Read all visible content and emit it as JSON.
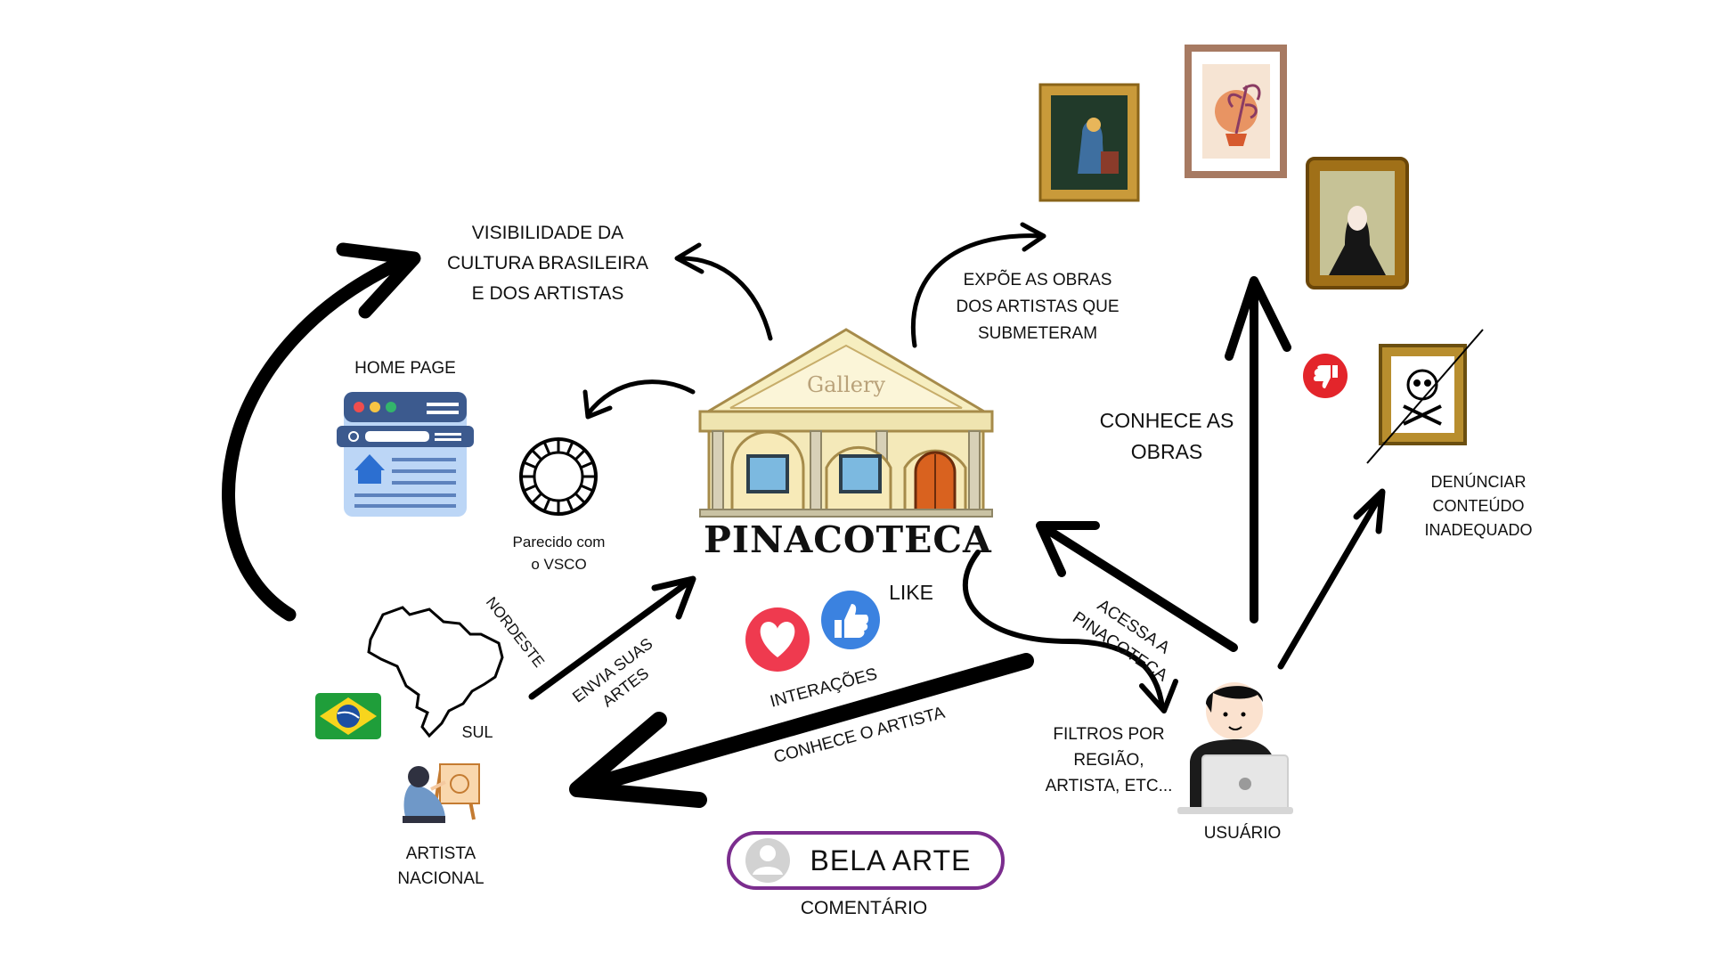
{
  "visibility": "VISIBILIDADE DA\nCULTURA BRASILEIRA\nE DOS ARTISTAS",
  "home_page": "HOME PAGE",
  "vsco": "Parecido com\no VSCO",
  "gallery_sign": "Gallery",
  "pinacoteca": "PINACOTECA",
  "expoe": "EXPÕE AS OBRAS\nDOS ARTISTAS QUE\nSUBMETERAM",
  "conhece_obras": "CONHECE AS\nOBRAS",
  "denuncia": "DENÚNCIAR\nCONTEÚDO\nINADEQUADO",
  "like": "LIKE",
  "interacoes": "INTERAÇÕES",
  "conhece_artista": "CONHECE O ARTISTA",
  "envia": "ENVIA SUAS\nARTES",
  "acessa": "ACESSA A\nPINACOTECA",
  "filtros": "FILTROS POR\nREGIÃO,\nARTISTA, ETC...",
  "usuario": "USUÁRIO",
  "nordeste": "NORDESTE",
  "sul": "SUL",
  "artista": "ARTISTA\nNACIONAL",
  "comment": "BELA ARTE",
  "comentario": "COMENTÁRIO",
  "colors": {
    "arrow": "#000000",
    "heart": "#ef3a4f",
    "like": "#3b82e0",
    "dislike": "#e3252b",
    "comment_border": "#7b2d8e",
    "flag_green": "#1f9e3a",
    "flag_yellow": "#f7d51d",
    "flag_blue": "#1d4fa1"
  },
  "icons": [
    "gallery-building-icon",
    "browser-home-icon",
    "vsco-icon",
    "heart-icon",
    "thumbs-up-icon",
    "thumbs-down-icon",
    "brazil-flag-icon",
    "brazil-map-icon",
    "artist-painting-icon",
    "user-laptop-icon",
    "avatar-icon",
    "skull-frame-icon"
  ]
}
